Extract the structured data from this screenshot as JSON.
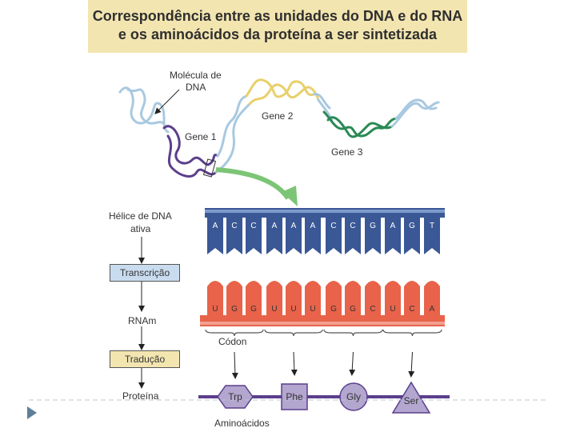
{
  "title": {
    "line1": "Correspondência entre as unidades do DNA e do RNA",
    "line2": "e os aminoácidos da proteína a ser sintetizada"
  },
  "labels": {
    "dna_molecule_line1": "Molécula de",
    "dna_molecule_line2": "DNA",
    "gene1": "Gene 1",
    "gene2": "Gene 2",
    "gene3": "Gene 3",
    "active_helix_line1": "Hélice de DNA",
    "active_helix_line2": "ativa",
    "transcription": "Transcrição",
    "mrna": "RNAm",
    "translation": "Tradução",
    "protein": "Proteína",
    "codon": "Códon",
    "amino_acids": "Aminoácidos"
  },
  "dna_bases": [
    "A",
    "C",
    "C",
    "A",
    "A",
    "A",
    "C",
    "C",
    "G",
    "A",
    "G",
    "T"
  ],
  "rna_bases": [
    "U",
    "G",
    "G",
    "U",
    "U",
    "U",
    "G",
    "G",
    "C",
    "U",
    "C",
    "A"
  ],
  "amino_acids": [
    {
      "name": "Trp",
      "shape": "hexagon"
    },
    {
      "name": "Phe",
      "shape": "square"
    },
    {
      "name": "Gly",
      "shape": "circle"
    },
    {
      "name": "Ser",
      "shape": "triangle"
    }
  ],
  "colors": {
    "title_bg": "#f3e5b0",
    "dna_strand": "#3a5796",
    "rna_strand": "#e8634a",
    "amino_acid": "#b3a6cf",
    "transcription_box": "#c9dcef",
    "translation_box": "#f3e5b0",
    "gene1": "#5b3f8c",
    "gene2": "#e8d06a",
    "gene3": "#2a8a55",
    "helix_light": "#a8c9e0",
    "arrow_green": "#7cc576"
  }
}
